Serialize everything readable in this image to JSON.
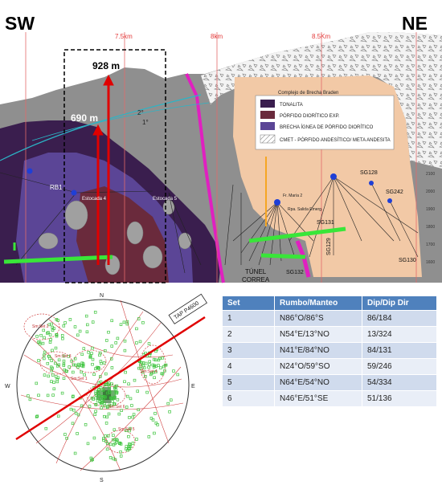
{
  "section": {
    "corner_left": "SW",
    "corner_right": "NE",
    "km_labels": [
      "7.5km",
      "8km",
      "8.5Km"
    ],
    "level_labels": [
      "928 m",
      "690 m"
    ],
    "complex_title": "Complejo de Brecha Braden",
    "legend": [
      {
        "label": "TONALITA",
        "color": "#3a1e4e"
      },
      {
        "label": "PÓRFIDO DIORÍTICO EXP.",
        "color": "#6a2a3c"
      },
      {
        "label": "BRECHA ÍGNEA DE PÓRFIDO DIORÍTICO",
        "color": "#5b4596"
      },
      {
        "label": "CMET - PÓRFIDO ANDESÍTICO/ META ANDESITA",
        "color": "#e6e6e6"
      }
    ],
    "station_labels": [
      "SG128",
      "SG242",
      "SG131",
      "SG129",
      "SG130",
      "SG132"
    ],
    "tunnel_label_1": "TÚNEL",
    "tunnel_label_2": "CORREA",
    "site_labels": [
      "RB1",
      "Estocada 4",
      "Estocada 5",
      "Fr. María 2",
      "Rpa. Salida Emerg."
    ],
    "elevation_ticks": [
      "2100",
      "2000",
      "1900",
      "1800",
      "1700",
      "1600"
    ],
    "fault_labels": [
      "2°",
      "1°"
    ]
  },
  "stereonet": {
    "directions": {
      "n": "N",
      "s": "S",
      "e": "E",
      "w": "W"
    },
    "tap_label": "TAP P4600",
    "set_labels": [
      "Sm:Set 1",
      "Sm:Set 2",
      "Sm:Set 3",
      "Sm:Set 4",
      "Sm:Set 5",
      "Sm:Set 6"
    ]
  },
  "sets_table": {
    "headers": [
      "Set",
      "Rumbo/Manteo",
      "Dip/Dip Dir"
    ],
    "rows": [
      [
        "1",
        "N86°O/86°S",
        "86/184"
      ],
      [
        "2",
        "N54°E/13°NO",
        "13/324"
      ],
      [
        "3",
        "N41°E/84°NO",
        "84/131"
      ],
      [
        "4",
        "N24°O/59°SO",
        "59/246"
      ],
      [
        "5",
        "N64°E/54°NO",
        "54/334"
      ],
      [
        "6",
        "N46°E/51°SE",
        "51/136"
      ]
    ],
    "header_color": "#4f81bd"
  }
}
